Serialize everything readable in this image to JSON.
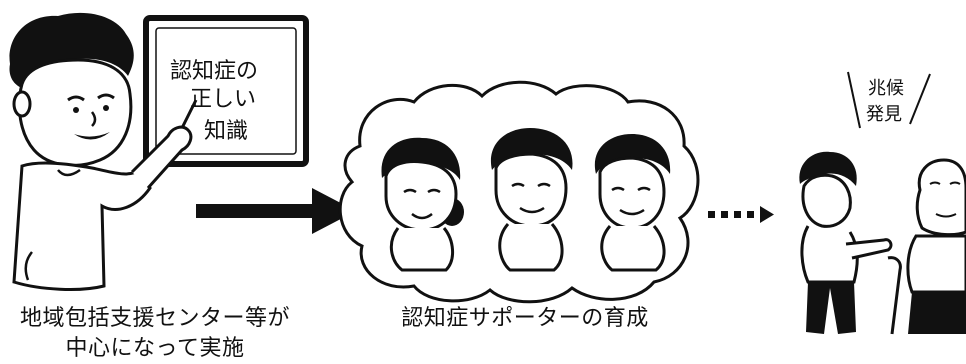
{
  "board": {
    "line1": "認知症の",
    "line2": "正しい",
    "line3": "知識"
  },
  "omen": {
    "line1": "兆候",
    "line2": "発見"
  },
  "captions": {
    "left_line1": "地域包括支援センター等が",
    "left_line2": "中心になって実施",
    "middle": "認知症サポーターの育成"
  }
}
